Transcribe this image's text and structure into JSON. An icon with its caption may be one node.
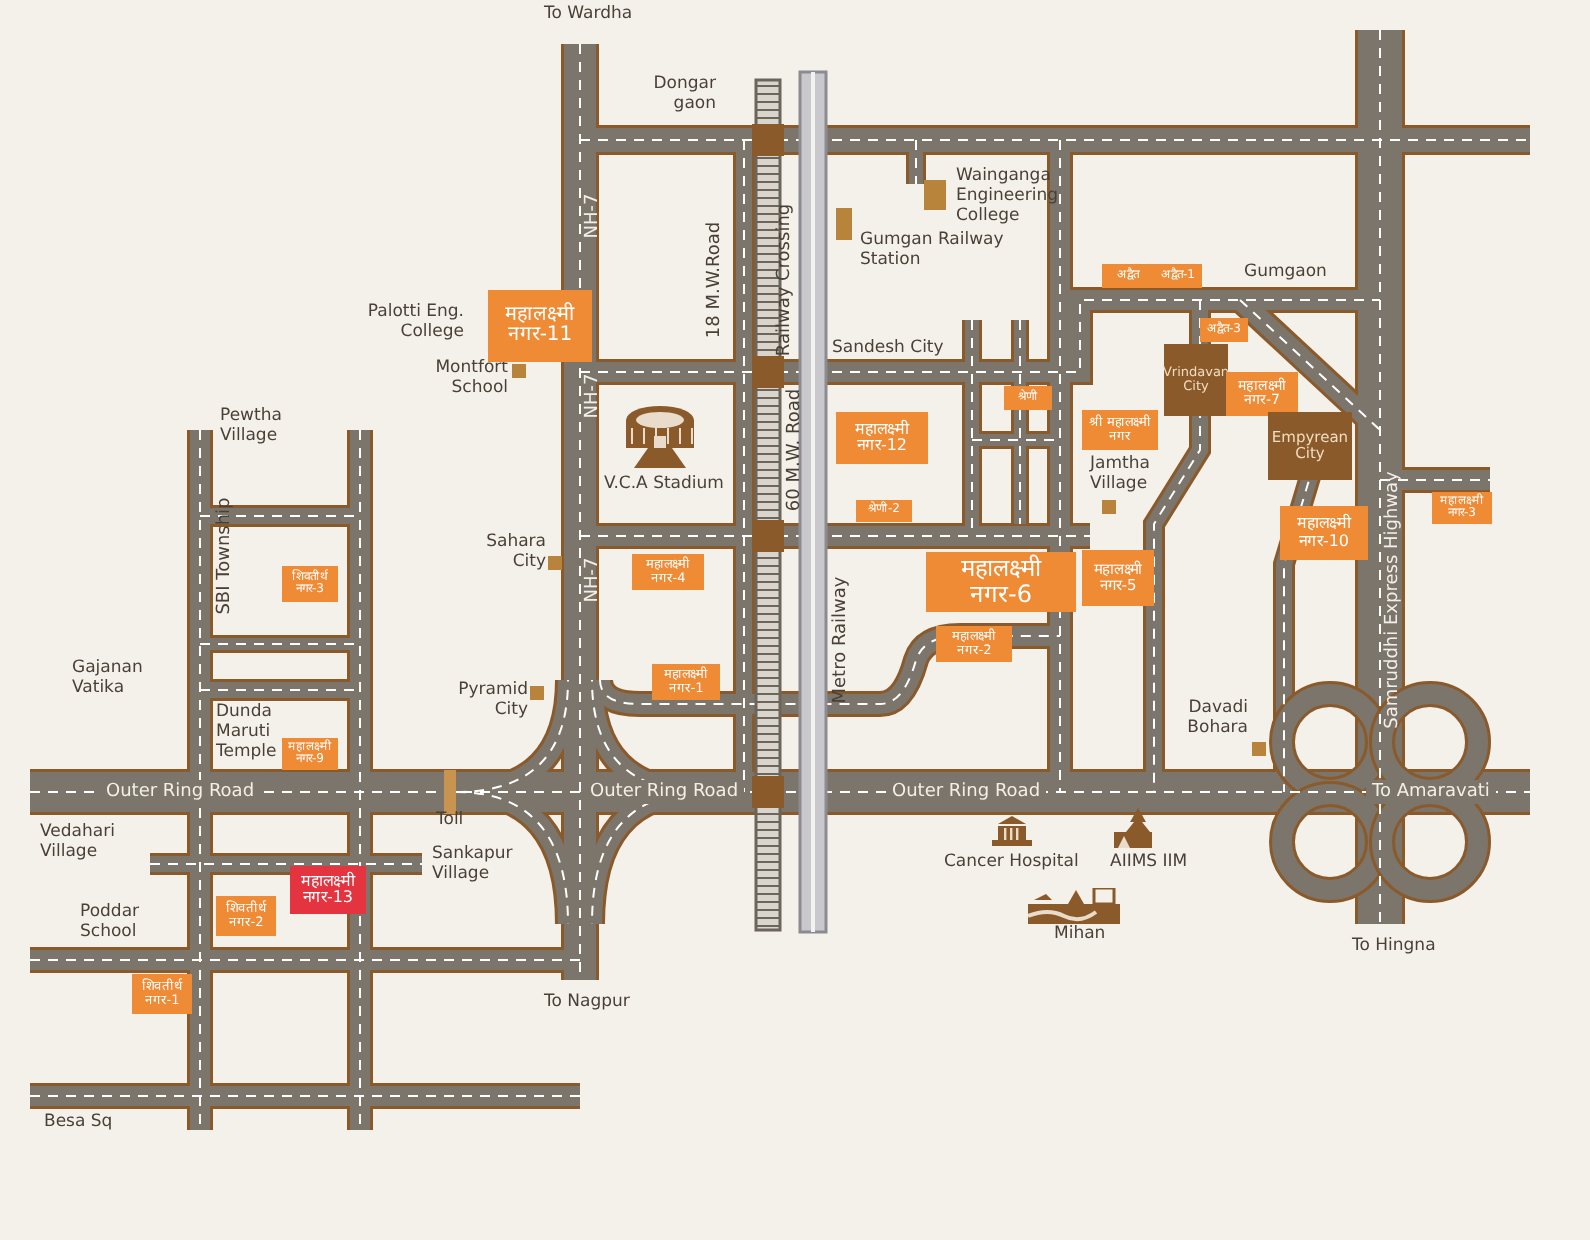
{
  "diagram": {
    "nodes": [
      {
        "text": [
          "महालक्ष्मी नगर-11"
        ]
      },
      {
        "text": [
          "अद्वैत"
        ]
      },
      {
        "text": [
          "अद्वैत-1"
        ]
      },
      {
        "text": [
          "अद्वैत-3"
        ]
      },
      {
        "text": [
          "Vrindavan City"
        ]
      },
      {
        "text": [
          "श्रेणी"
        ]
      },
      {
        "text": [
          "महालक्ष्मी नगर-7"
        ]
      },
      {
        "text": [
          "महालक्ष्मी नगर-12"
        ]
      },
      {
        "text": [
          "श्री महालक्ष्मी नगर"
        ]
      },
      {
        "text": [
          "Empyrean City"
        ]
      },
      {
        "text": [
          "महालक्ष्मी नगर-3"
        ]
      },
      {
        "text": [
          "श्रेणी-2"
        ]
      },
      {
        "text": [
          "महालक्ष्मी नगर-10"
        ]
      },
      {
        "text": [
          "महालक्ष्मी नगर-6"
        ]
      },
      {
        "text": [
          "महालक्ष्मी नगर-5"
        ]
      },
      {
        "text": [
          "महालक्ष्मी नगर-4"
        ]
      },
      {
        "text": [
          "शिवतीर्थ नगर-3"
        ]
      },
      {
        "text": [
          "महालक्ष्मी नगर-2"
        ]
      },
      {
        "text": [
          "महालक्ष्मी नगर-1"
        ]
      },
      {
        "text": [
          "महालक्ष्मी नगर-9"
        ]
      },
      {
        "text": [
          "महालक्ष्मी नगर-13"
        ]
      },
      {
        "text": [
          "शिवतीर्थ नगर-2"
        ]
      },
      {
        "text": [
          "शिवतीर्थ नगर-1"
        ]
      }
    ],
    "labels": [
      "To Wardha",
      "Dongar gaon",
      "Wainganga Engineering College",
      "Gumgan Railway Station",
      "Gumgaon",
      "Palotti Eng. College",
      "Sandesh City",
      "Montfort School",
      "Pewtha Village",
      "V.C.A Stadium",
      "Jamtha Village",
      "SBI Township",
      "Sahara City",
      "Gajanan Vatika",
      "Pyramid City",
      "Dunda Maruti Temple",
      "Davadi Bohara",
      "Outer Ring Road",
      "Outer Ring Road",
      "Outer Ring Road",
      "To Amaravati",
      "Toll",
      "Vedahari Village",
      "Sankapur Village",
      "Cancer Hospital",
      "AIIMS IIM",
      "Poddar School",
      "Mihan",
      "To Hingna",
      "To Nagpur",
      "Besa Sq",
      "NH-7",
      "NH-7",
      "NH-7",
      "18 M.W.Road",
      "Railway Crossing",
      "60 M.W. Road",
      "Metro Railway",
      "Samruddhi Express Highway"
    ]
  }
}
